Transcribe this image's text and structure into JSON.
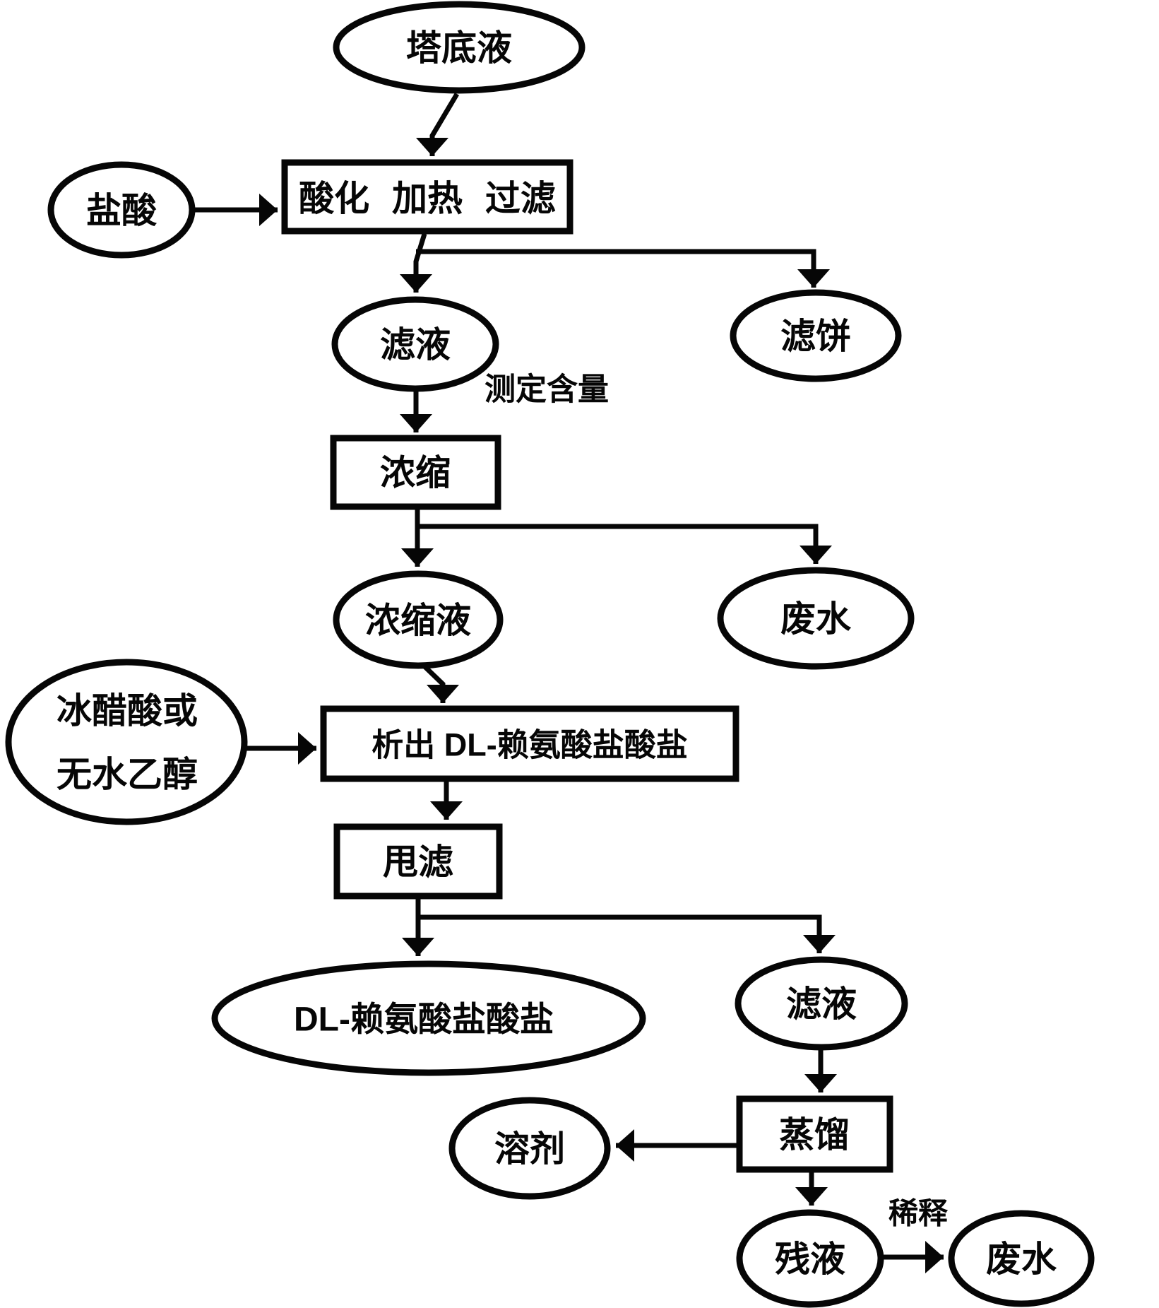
{
  "nodes": {
    "tower_bottom": {
      "label": "塔底液"
    },
    "hydrochloric_acid": {
      "label": "盐酸"
    },
    "acidify_heat_filter": {
      "label": "酸化 加热 过滤"
    },
    "filtrate_1": {
      "label": "滤液"
    },
    "filter_cake": {
      "label": "滤饼"
    },
    "concentrate": {
      "label": "浓缩"
    },
    "concentrated_liquid": {
      "label": "浓缩液"
    },
    "wastewater_1": {
      "label": "废水"
    },
    "solvent_feed": {
      "line1": "冰醋酸或",
      "line2": "无水乙醇"
    },
    "precipitate": {
      "label": "析出 DL-赖氨酸盐酸盐"
    },
    "spin_filter": {
      "label": "甩滤"
    },
    "dl_lysine_hcl": {
      "label": "DL-赖氨酸盐酸盐"
    },
    "filtrate_2": {
      "label": "滤液"
    },
    "distill": {
      "label": "蒸馏"
    },
    "solvent": {
      "label": "溶剂"
    },
    "residual_liquid": {
      "label": "残液"
    },
    "wastewater_2": {
      "label": "废水"
    }
  },
  "edge_labels": {
    "measure_content": "测定含量",
    "dilute": "稀释"
  },
  "colors": {
    "stroke": "#060606",
    "background": "#ffffff"
  }
}
